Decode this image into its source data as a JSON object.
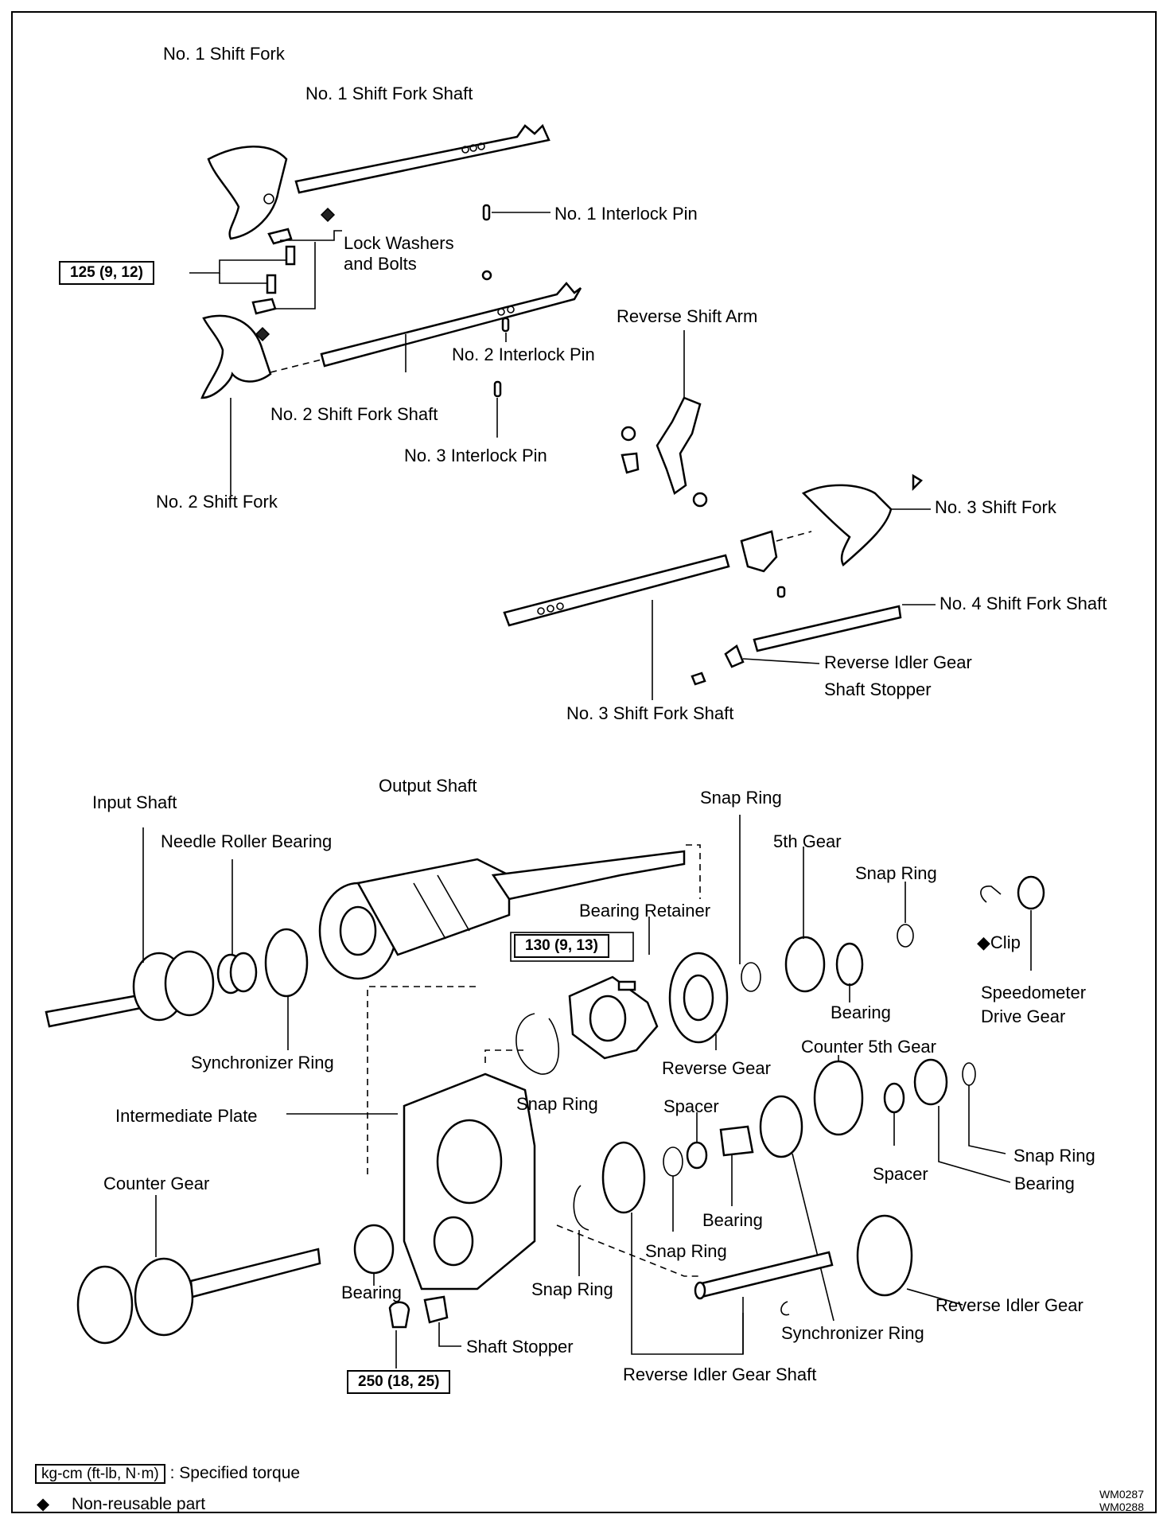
{
  "labels": {
    "no1_shift_fork": "No. 1 Shift Fork",
    "no1_shift_fork_shaft": "No. 1 Shift Fork Shaft",
    "no1_interlock_pin": "No. 1 Interlock Pin",
    "lock_washers_and_bolts": "Lock Washers\nand Bolts",
    "reverse_shift_arm": "Reverse Shift Arm",
    "no2_interlock_pin": "No. 2 Interlock Pin",
    "no2_shift_fork_shaft": "No. 2 Shift Fork Shaft",
    "no3_interlock_pin": "No. 3 Interlock Pin",
    "no2_shift_fork": "No. 2 Shift Fork",
    "no3_shift_fork": "No. 3 Shift Fork",
    "no4_shift_fork_shaft": "No. 4 Shift Fork Shaft",
    "reverse_idler_gear_shaft_stopper": "Reverse Idler Gear\nShaft Stopper",
    "no3_shift_fork_shaft": "No. 3 Shift Fork Shaft",
    "input_shaft": "Input Shaft",
    "output_shaft": "Output Shaft",
    "needle_roller_bearing": "Needle Roller Bearing",
    "snap_ring_top": "Snap Ring",
    "fifth_gear": "5th Gear",
    "snap_ring_right": "Snap Ring",
    "bearing_retainer": "Bearing Retainer",
    "clip": "Clip",
    "speedometer_drive_gear": "Speedometer\nDrive Gear",
    "bearing_5th": "Bearing",
    "synchronizer_ring_left": "Synchronizer Ring",
    "reverse_gear": "Reverse Gear",
    "counter_5th_gear": "Counter 5th Gear",
    "snap_ring_mid": "Snap Ring",
    "spacer_mid": "Spacer",
    "intermediate_plate": "Intermediate Plate",
    "snap_ring_far_right": "Snap Ring",
    "spacer_right": "Spacer",
    "bearing_right": "Bearing",
    "counter_gear": "Counter Gear",
    "bearing_mid": "Bearing",
    "snap_ring_lower": "Snap Ring",
    "bearing_plate": "Bearing",
    "snap_ring_bottom": "Snap Ring",
    "reverse_idler_gear": "Reverse Idler Gear",
    "shaft_stopper": "Shaft Stopper",
    "synchronizer_ring_right": "Synchronizer Ring",
    "reverse_idler_gear_shaft": "Reverse Idler Gear Shaft"
  },
  "torques": {
    "lock_bolts": "125 (9, 12)",
    "retainer": "130 (9, 13)",
    "plate_bolt": "250 (18, 25)"
  },
  "legend": {
    "unit_box": "kg-cm (ft-lb, N·m)",
    "unit_text": ":  Specified torque",
    "symbol": "◆",
    "nonreusable_text": "Non-reusable part"
  },
  "codes": {
    "code1": "WM0287",
    "code2": "WM0288"
  }
}
